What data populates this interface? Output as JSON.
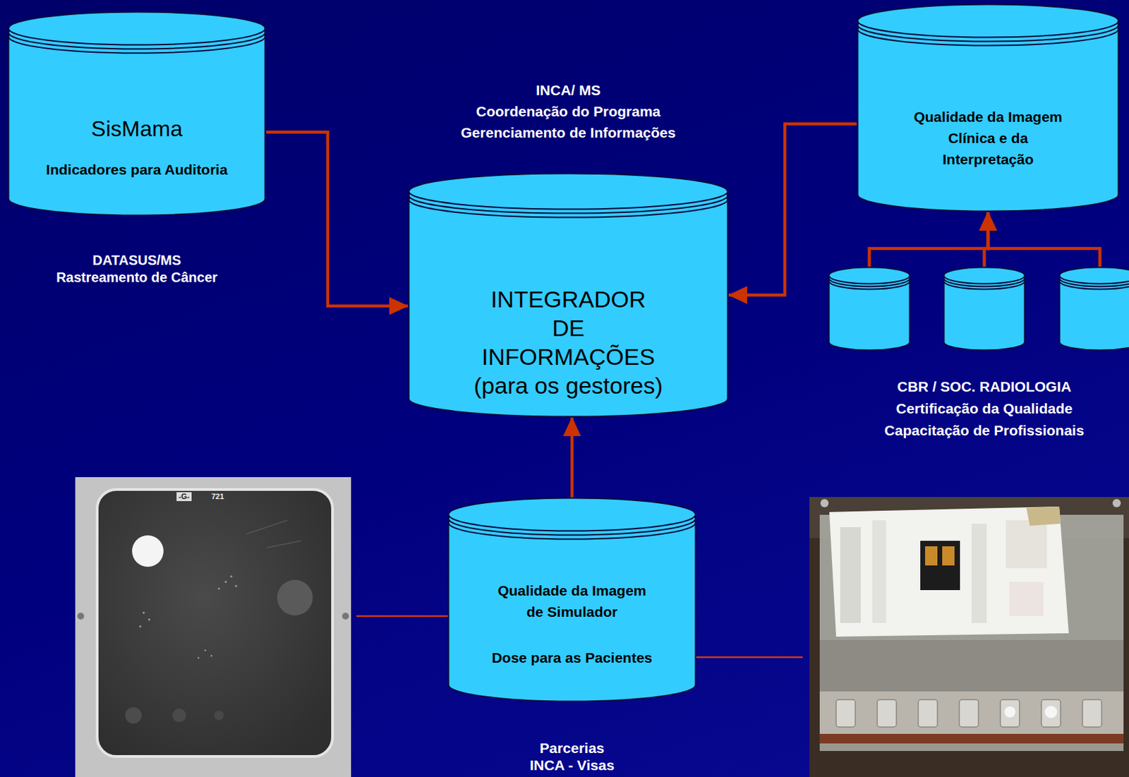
{
  "diagram": {
    "nodes": [
      {
        "text": [
          "SisMama",
          "Indicadores para Auditoria",
          "DATASUS/MS",
          "Rastreamento de Câncer"
        ]
      },
      {
        "text": [
          "INCA/ MS",
          "Coordenação do Programa Gerenciamento de Informações",
          "INTEGRADOR DE INFORMAÇÕES",
          "(para os gestores)"
        ]
      },
      {
        "text": [
          "Qualidade da Imagem Clínica e da Interpretação"
        ]
      },
      {
        "text": []
      },
      {
        "text": [
          "CBR / SOC. RADIOLOGIA",
          "Certificação da Qualidade Capacitação de Profissionais"
        ]
      },
      {
        "text": []
      },
      {
        "text": [
          "Qualidade da Imagem de Simulador",
          "Dose para as Pacientes",
          "Parcerias",
          "INCA - Visas"
        ]
      }
    ],
    "edges": [
      {
        "from": 0,
        "to": 1,
        "arrow": "to"
      },
      {
        "from": 2,
        "to": 1,
        "arrow": "to"
      },
      {
        "from": 3,
        "to": 2,
        "arrow": "to"
      },
      {
        "from": 4,
        "to": 2,
        "arrow": "to"
      },
      {
        "from": 5,
        "to": 2,
        "arrow": "to"
      },
      {
        "from": 6,
        "to": 1,
        "arrow": "to"
      }
    ],
    "labels": [
      "-G-",
      "721"
    ]
  }
}
